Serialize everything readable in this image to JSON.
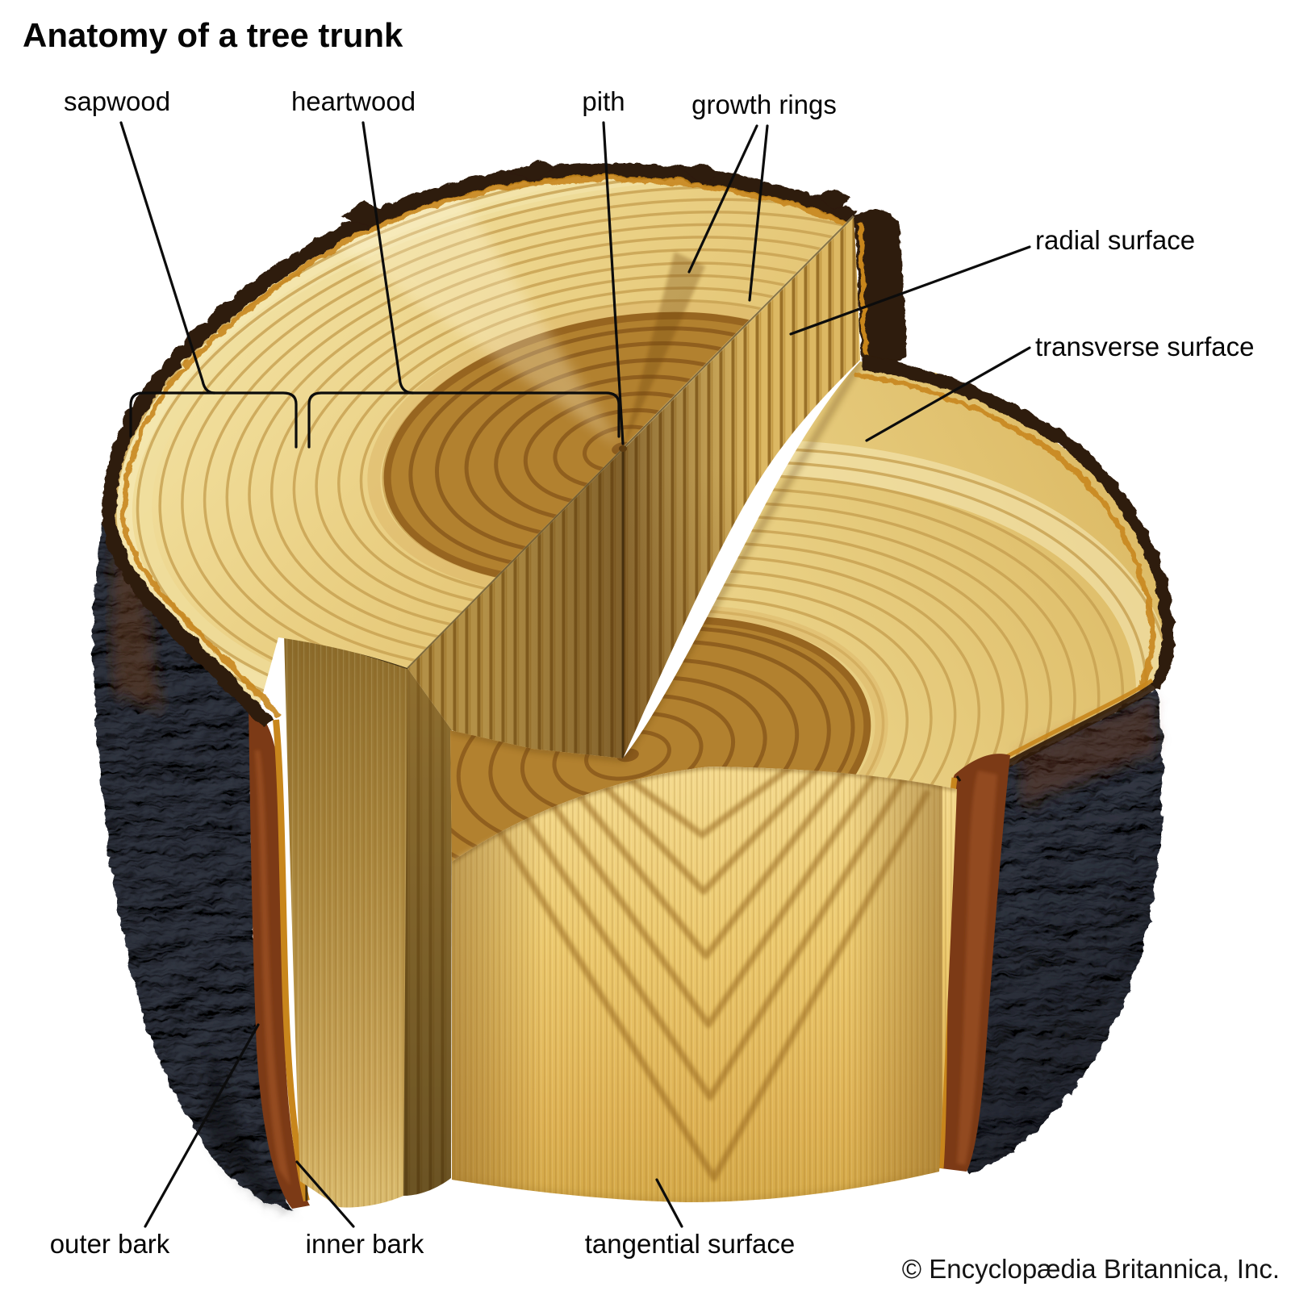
{
  "title": "Anatomy of a tree trunk",
  "copyright": "© Encyclopædia Britannica, Inc.",
  "labels": {
    "sapwood": "sapwood",
    "heartwood": "heartwood",
    "pith": "pith",
    "growth_rings": "growth rings",
    "radial_surface": "radial surface",
    "transverse_surface": "transverse surface",
    "outer_bark": "outer bark",
    "inner_bark": "inner bark",
    "tangential_surface": "tangential surface"
  },
  "colors": {
    "sapwood_light": "#f0dfa0",
    "sapwood_mid": "#e9d084",
    "ring_line": "#c7a050",
    "heartwood": "#b2812f",
    "heartwood_ring": "#8a5a1c",
    "outer_bark_dark": "#23262c",
    "outer_bark_light": "#6a6f7c",
    "inner_bark_rust": "#7c3a16",
    "cambium_orange": "#c8861c",
    "grain_dark": "#8f5e17",
    "label_text": "#050505"
  }
}
